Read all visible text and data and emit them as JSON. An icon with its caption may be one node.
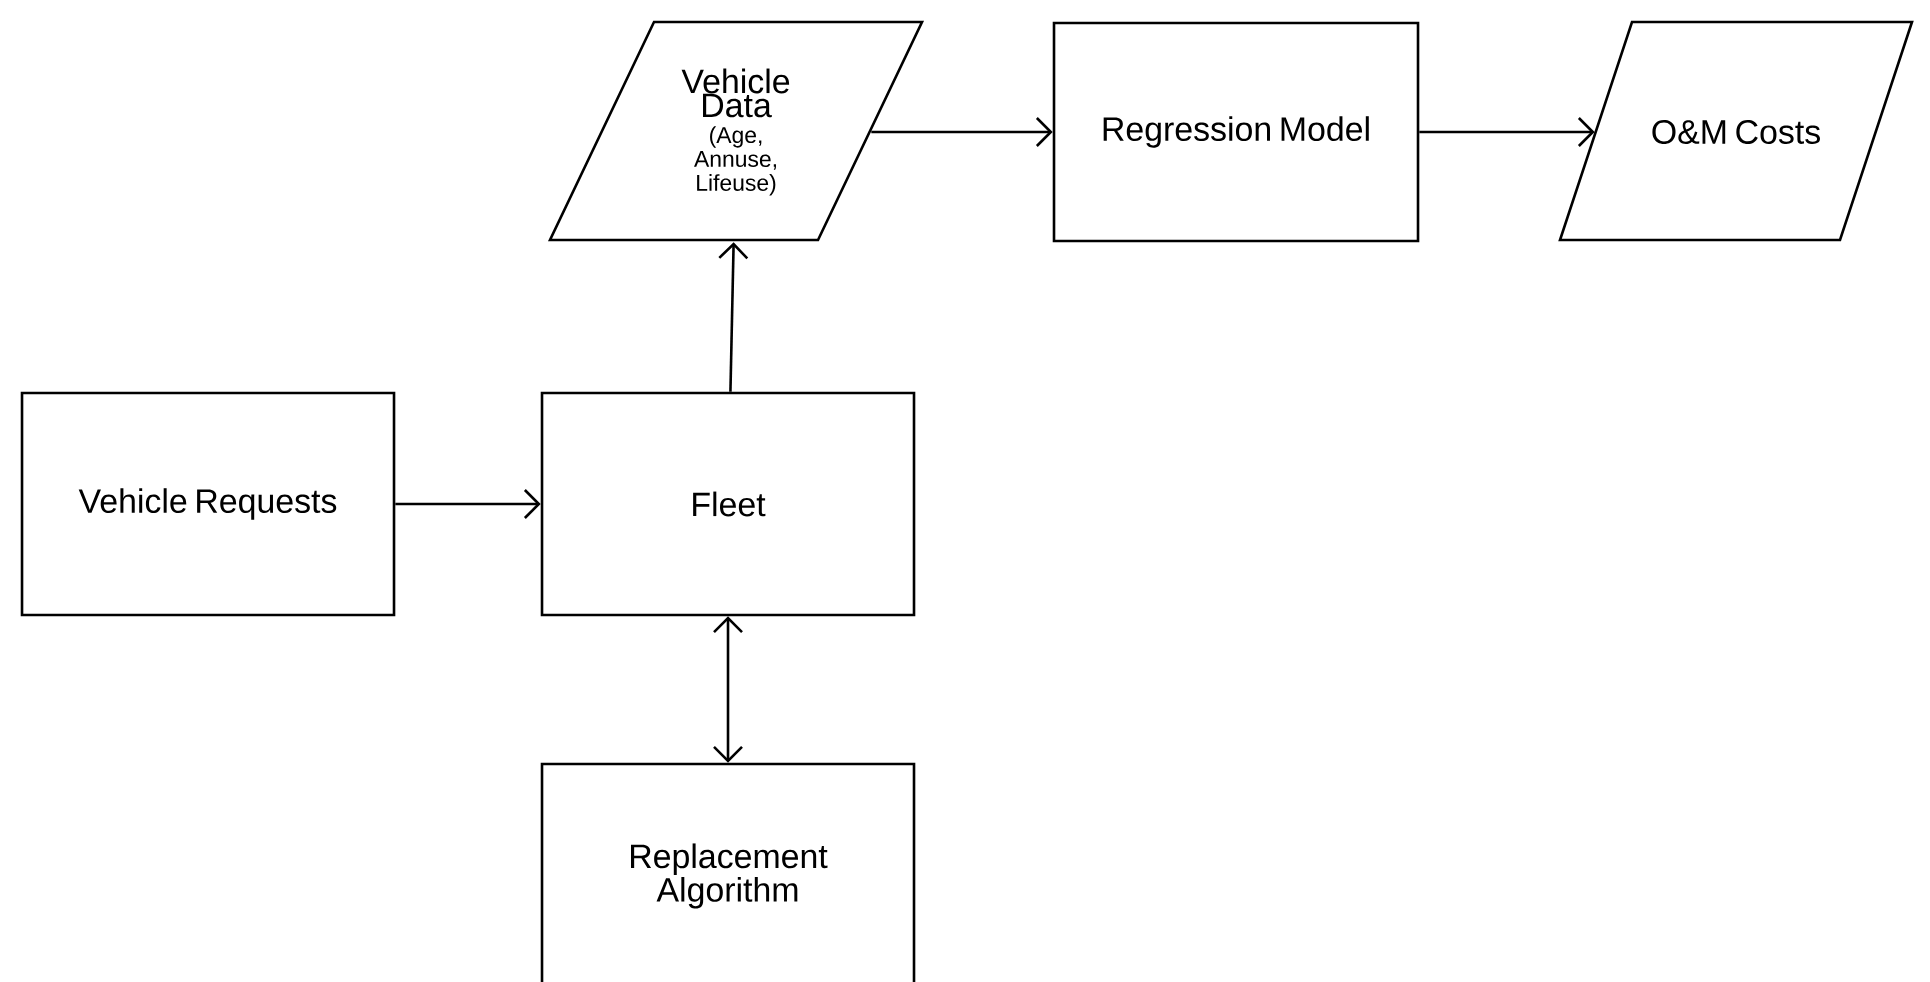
{
  "diagram": {
    "nodes": [
      {
        "text": [
          "Vehicle Data",
          "(Age, Annuse, Lifeuse)"
        ]
      },
      {
        "text": [
          "Regression Model"
        ]
      },
      {
        "text": [
          "O&M Costs"
        ]
      },
      {
        "text": [
          "Vehicle Requests"
        ]
      },
      {
        "text": [
          "Fleet"
        ]
      },
      {
        "text": [
          "Replacement Algorithm"
        ]
      }
    ],
    "edges": [
      {
        "from": 0,
        "to": 1,
        "arrow": "to"
      },
      {
        "from": 1,
        "to": 2,
        "arrow": "to"
      },
      {
        "from": 3,
        "to": 4,
        "arrow": "to"
      },
      {
        "from": 4,
        "to": 0,
        "arrow": "to"
      },
      {
        "from": 4,
        "to": 5,
        "arrow": "both"
      }
    ]
  }
}
